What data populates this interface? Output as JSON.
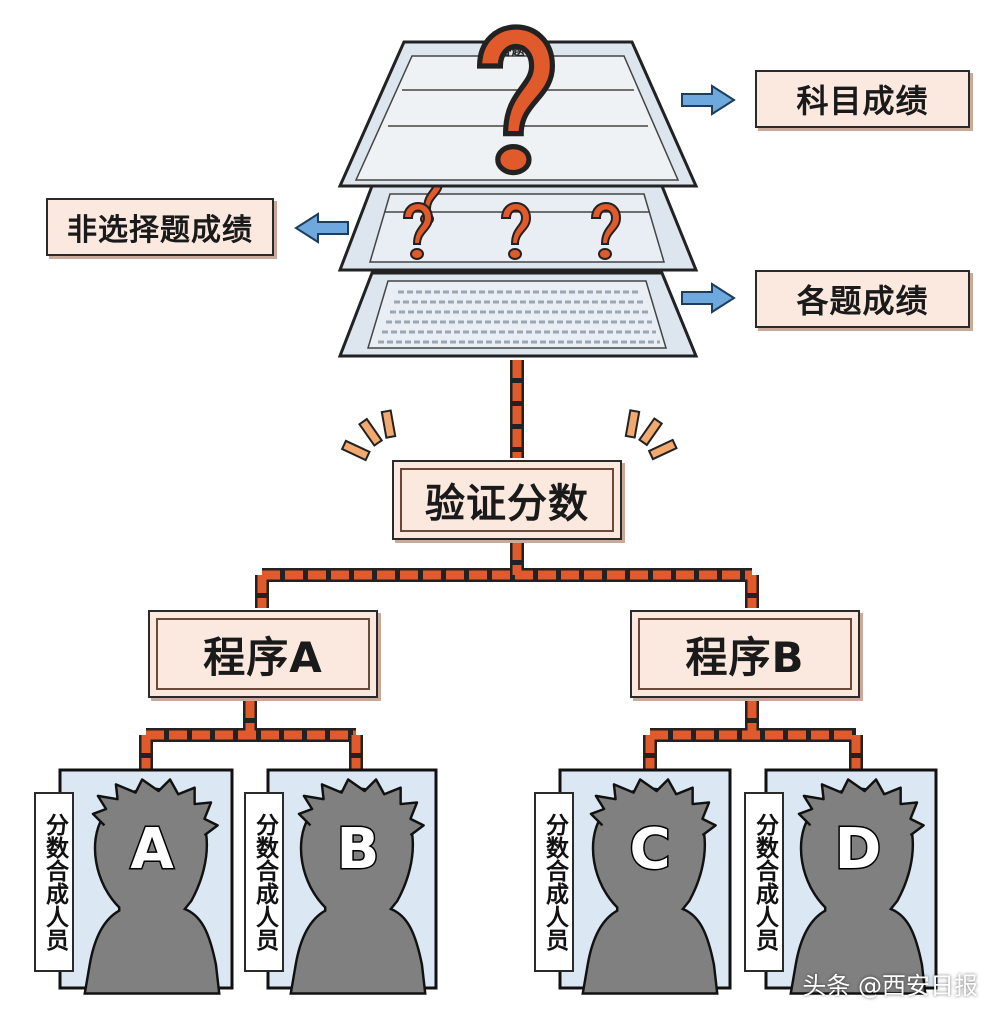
{
  "sheet": {
    "title": "答题卡"
  },
  "labels": {
    "subject_score": "科目成绩",
    "nonchoice_score": "非选择题成绩",
    "item_score": "各题成绩",
    "verify": "验证分数",
    "procedure_a": "程序A",
    "procedure_b": "程序B"
  },
  "cards": [
    {
      "label": "分数合成人员",
      "letter": "A"
    },
    {
      "label": "分数合成人员",
      "letter": "B"
    },
    {
      "label": "分数合成人员",
      "letter": "C"
    },
    {
      "label": "分数合成人员",
      "letter": "D"
    }
  ],
  "colors": {
    "connector": "#e05a2b",
    "question_mark": "#e05a2b",
    "box_fill": "#fbe9df",
    "card_fill": "#dbe8f3",
    "arrow": "#6fa8dc",
    "silhouette": "#808080"
  },
  "icons": {
    "question": "question-mark-icon",
    "arrow": "arrow-right-icon",
    "person": "person-silhouette-icon"
  },
  "watermark": "头条 @西安日报"
}
